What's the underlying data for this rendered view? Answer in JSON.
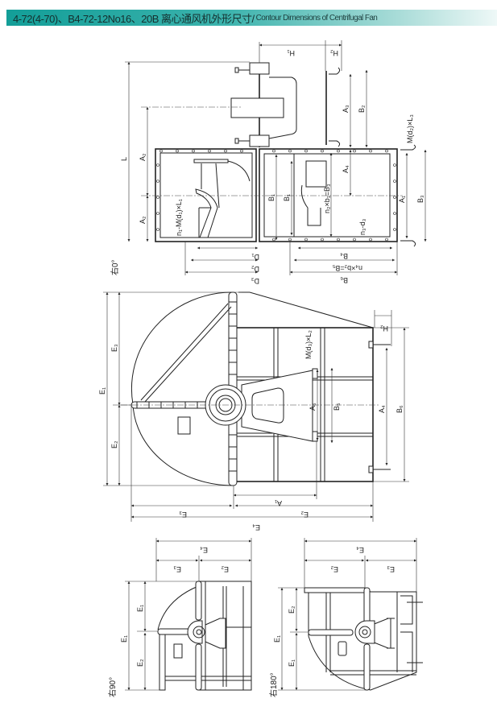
{
  "header": {
    "title_cn": "4-72(4-70)、B4-72-12No16、20B 离心通风机外形尺寸/",
    "title_en": "Contour Dimensions of Centrifugal Fan"
  },
  "top_view": {
    "orientation": "右0°",
    "labels": {
      "H1": "H₁",
      "H2": "H₂",
      "A3": "A₃",
      "B2": "B₂",
      "M_d2_L3": "M(d₂)×L₃",
      "L": "L",
      "A2_top": "A₂",
      "A2_bottom": "A₂",
      "n1": "n₁-M(d₁)×L₁",
      "B1_a": "B₁",
      "B1_b": "B₁",
      "n2": "n₂×b₁=B₃",
      "A4": "A₄",
      "A1": "A₁",
      "B3": "B₃",
      "n3": "n₃-d₃",
      "B4": "B₄",
      "n4": "n₄×b₂=B₅",
      "B6": "B₆",
      "D1": "D₁",
      "D2": "D₂",
      "D3": "D₃"
    }
  },
  "side_view": {
    "labels": {
      "E1": "E₁",
      "E3": "E₃",
      "E2": "E₂",
      "H2": "H₂",
      "M_d3_L": "M(d₃)×L₂",
      "A6": "A₆",
      "B5": "B₅",
      "A4": "A₄",
      "B6": "B₆",
      "A1": "A₁",
      "E3_bottom": "E₃",
      "E2_bottom": "E₂",
      "E4": "E₄"
    }
  },
  "view_90": {
    "orientation": "右90°",
    "labels": {
      "E4": "E₄",
      "E3": "E₃",
      "E2": "E₂",
      "E1_a": "E₁",
      "E1": "E₁",
      "E2_v": "E₂"
    }
  },
  "view_180": {
    "orientation": "右180°",
    "labels": {
      "E4": "E₄",
      "E2": "E₂",
      "E3": "E₃",
      "E1": "E₁",
      "E2_v": "E₂",
      "E1_v": "E₁"
    }
  }
}
